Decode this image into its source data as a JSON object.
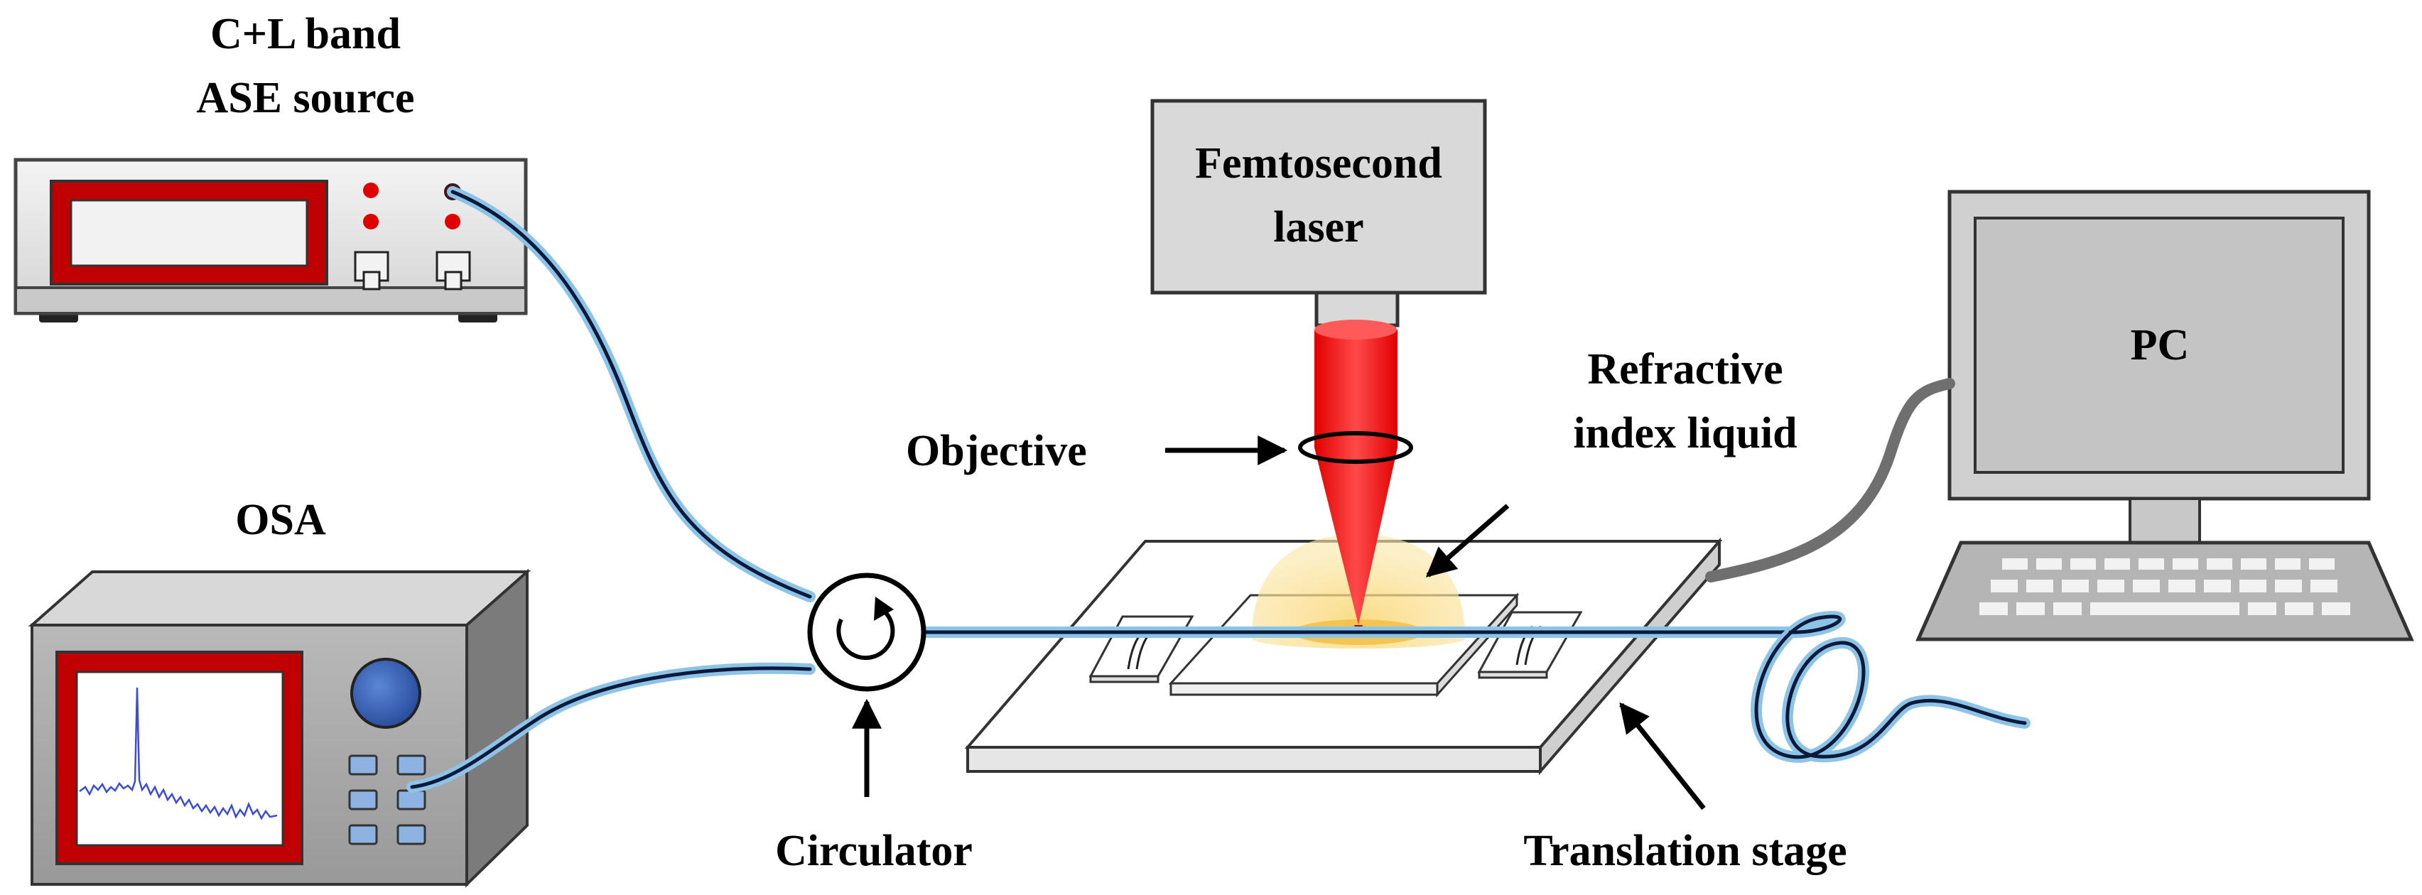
{
  "labels": {
    "ase_line1": "C+L band",
    "ase_line2": "ASE source",
    "osa": "OSA",
    "circulator": "Circulator",
    "objective": "Objective",
    "laser_line1": "Femtosecond",
    "laser_line2": "laser",
    "ri_line1": "Refractive",
    "ri_line2": "index liquid",
    "stage": "Translation stage",
    "pc": "PC"
  },
  "colors": {
    "fiber_glow": "#8ec3e8",
    "fiber_core": "#0a1a3a",
    "device_frame_red": "#c00000",
    "beam_red": "#ff1a1a",
    "liquid_yellow": "#fbe49a",
    "knob_blue": "#3d6bc4",
    "button_blue": "#8db3e2",
    "cable_gray": "#6f6f6f",
    "spectrum_blue": "#3b4bdc"
  }
}
